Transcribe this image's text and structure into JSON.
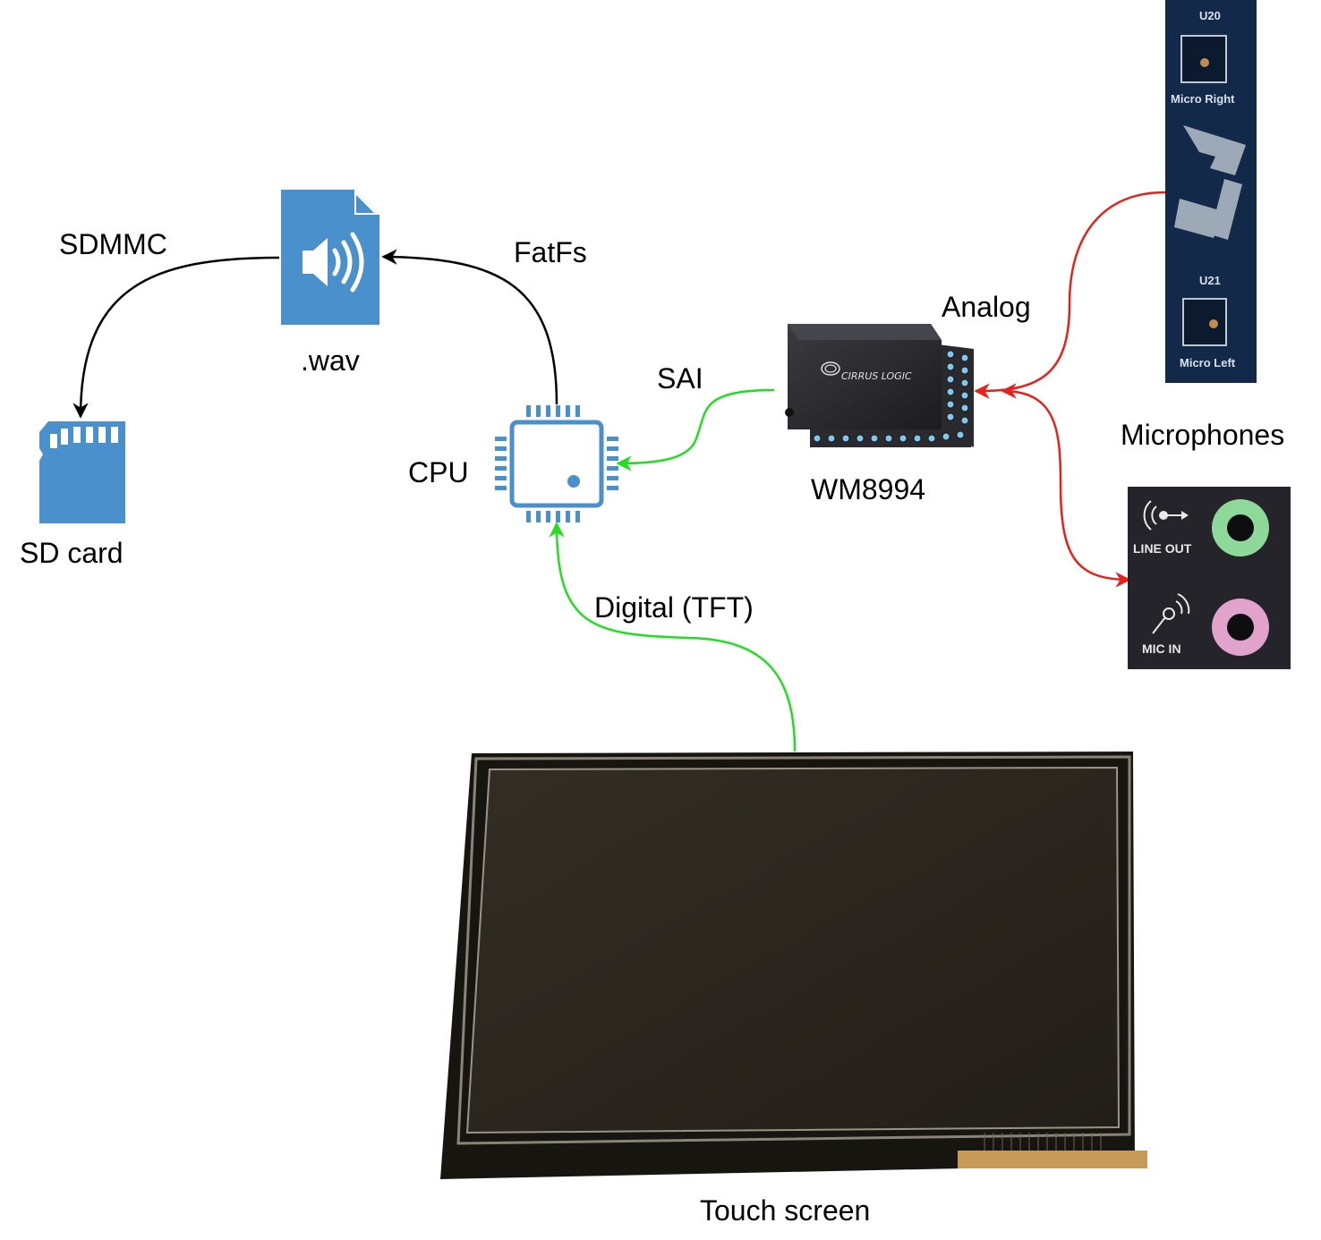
{
  "labels": {
    "sdmmc": "SDMMC",
    "wav": ".wav",
    "fatfs": "FatFs",
    "sd_card": "SD card",
    "cpu": "CPU",
    "sai": "SAI",
    "wm8994": "WM8994",
    "analog": "Analog",
    "microphones": "Microphones",
    "digital_tft": "Digital (TFT)",
    "touch_screen": "Touch screen"
  },
  "board": {
    "u20": "U20",
    "micro_right": "Micro Right",
    "u21": "U21",
    "micro_left": "Micro Left"
  },
  "jack": {
    "line_out": "LINE OUT",
    "mic_in": "MIC IN"
  },
  "chip": {
    "brand": "CIRRUS LOGIC"
  },
  "colors": {
    "icon_blue": "#4a90cc",
    "green_link": "#22dd22",
    "red_link": "#e8201a",
    "black_link": "#000000",
    "board_navy": "#13294a",
    "jack_green": "#8ed89a",
    "jack_pink": "#e1a3cc"
  },
  "icons": [
    "audio-file-icon",
    "sd-card-icon",
    "cpu-chip-icon"
  ]
}
